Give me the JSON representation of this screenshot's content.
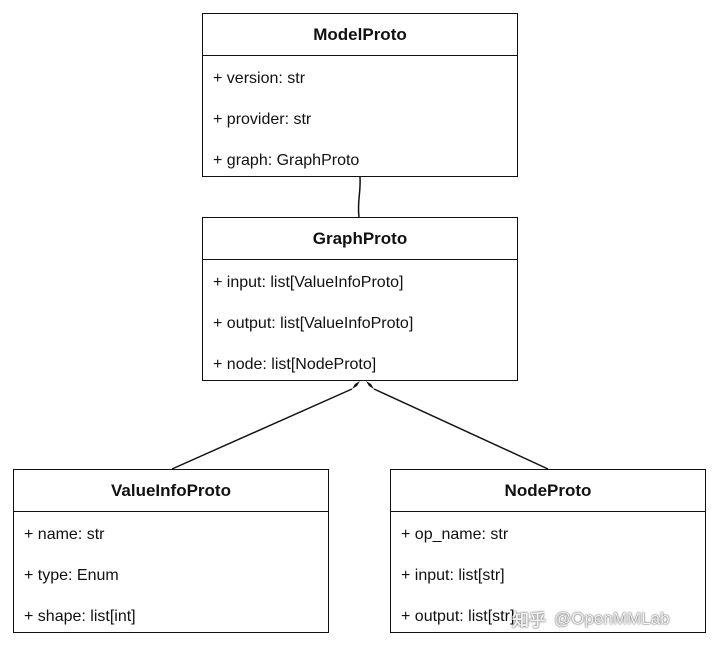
{
  "diagram": {
    "classes": [
      {
        "id": "model-proto",
        "name": "ModelProto",
        "attributes": [
          "+ version: str",
          "+ provider: str",
          "+ graph: GraphProto"
        ]
      },
      {
        "id": "graph-proto",
        "name": "GraphProto",
        "attributes": [
          "+ input: list[ValueInfoProto]",
          "+ output: list[ValueInfoProto]",
          "+ node: list[NodeProto]"
        ]
      },
      {
        "id": "valueinfo-proto",
        "name": "ValueInfoProto",
        "attributes": [
          "+ name: str",
          "+ type: Enum",
          "+ shape: list[int]"
        ]
      },
      {
        "id": "node-proto",
        "name": "NodeProto",
        "attributes": [
          "+ op_name: str",
          "+ input: list[str]",
          "+ output: list[str]"
        ]
      }
    ],
    "relations": [
      {
        "from": "ModelProto",
        "to": "GraphProto",
        "type": "association"
      },
      {
        "from": "ValueInfoProto",
        "to": "GraphProto",
        "type": "composition"
      },
      {
        "from": "NodeProto",
        "to": "GraphProto",
        "type": "composition"
      }
    ]
  },
  "watermark": {
    "brand": "知乎",
    "handle": "@OpenMMLab"
  },
  "colors": {
    "line": "#111111",
    "background": "#ffffff"
  }
}
